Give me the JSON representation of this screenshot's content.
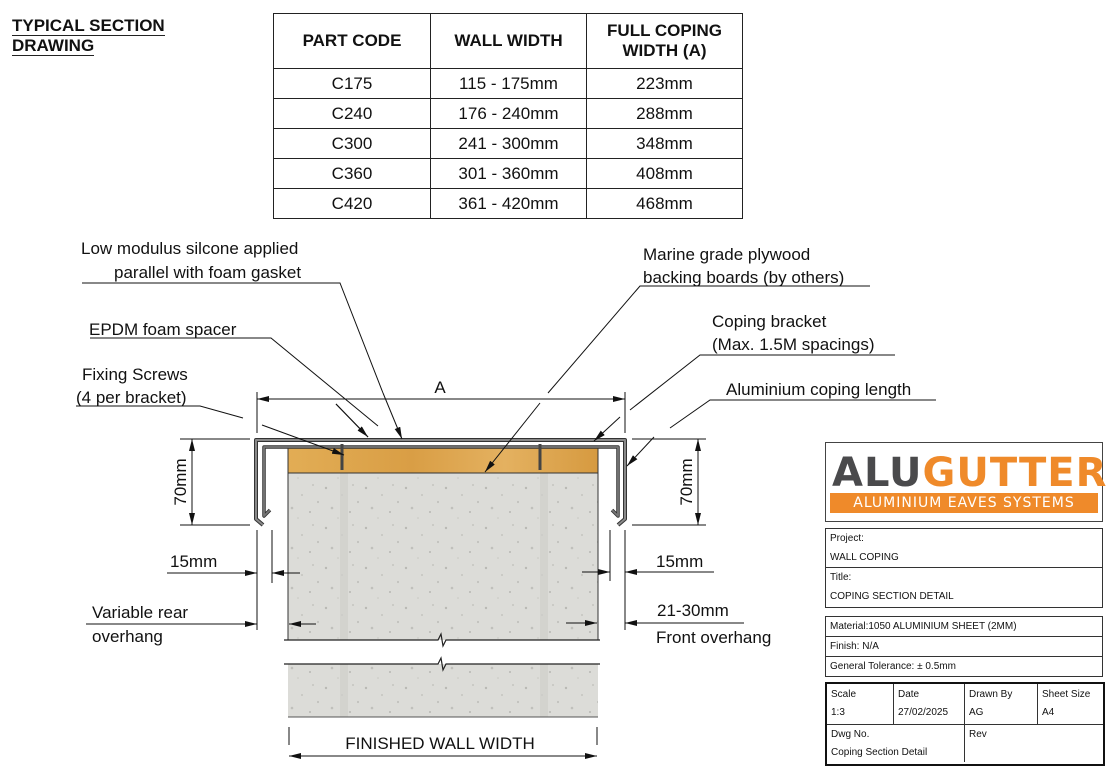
{
  "heading": {
    "line1": "TYPICAL SECTION",
    "line2": "DRAWING"
  },
  "table": {
    "headers": [
      "PART CODE",
      "WALL WIDTH",
      "FULL COPING WIDTH (A)"
    ],
    "header_lines": {
      "h3a": "FULL COPING",
      "h3b": "WIDTH (A)"
    },
    "rows": [
      [
        "C175",
        "115 - 175mm",
        "223mm"
      ],
      [
        "C240",
        "176 - 240mm",
        "288mm"
      ],
      [
        "C300",
        "241 - 300mm",
        "348mm"
      ],
      [
        "C360",
        "301 - 360mm",
        "408mm"
      ],
      [
        "C420",
        "361 - 420mm",
        "468mm"
      ]
    ]
  },
  "callouts": {
    "silicone_1": "Low modulus silcone applied",
    "silicone_2": "parallel with foam gasket",
    "epdm": "EPDM foam spacer",
    "screws_1": "Fixing Screws",
    "screws_2": "(4 per bracket)",
    "plywood_1": "Marine grade plywood",
    "plywood_2": "backing boards (by others)",
    "bracket_1": "Coping bracket",
    "bracket_2": "(Max. 1.5M spacings)",
    "coping_length": "Aluminium coping length"
  },
  "dimensions": {
    "a": "A",
    "height_left": "70mm",
    "height_right": "70mm",
    "gap_left": "15mm",
    "gap_right": "15mm",
    "rear_1": "Variable rear",
    "rear_2": "overhang",
    "front_1": "21-30mm",
    "front_2": "Front overhang",
    "finished_wall": "FINISHED WALL WIDTH"
  },
  "colors": {
    "orange": "#ef8a2a",
    "dark_grey": "#4a4a4c",
    "timber": "#d9a34a",
    "concrete": "#dcdcd8"
  },
  "title_block": {
    "logo": {
      "alu": "ALU",
      "gutter": "GUTTER",
      "tagline": "ALUMINIUM EAVES SYSTEMS"
    },
    "project_label": "Project:",
    "project_value": "WALL COPING",
    "title_label": "Title:",
    "title_value": "COPING SECTION DETAIL",
    "material": "Material:1050 ALUMINIUM SHEET (2MM)",
    "finish": "Finish: N/A",
    "tolerance": "General Tolerance: ± 0.5mm",
    "scale_label": "Scale",
    "scale_value": "1:3",
    "date_label": "Date",
    "date_value": "27/02/2025",
    "drawn_label": "Drawn By",
    "drawn_value": "AG",
    "sheet_label": "Sheet Size",
    "sheet_value": "A4",
    "dwg_label": "Dwg No.",
    "dwg_value": "Coping Section Detail",
    "rev_label": "Rev",
    "rev_value": ""
  }
}
